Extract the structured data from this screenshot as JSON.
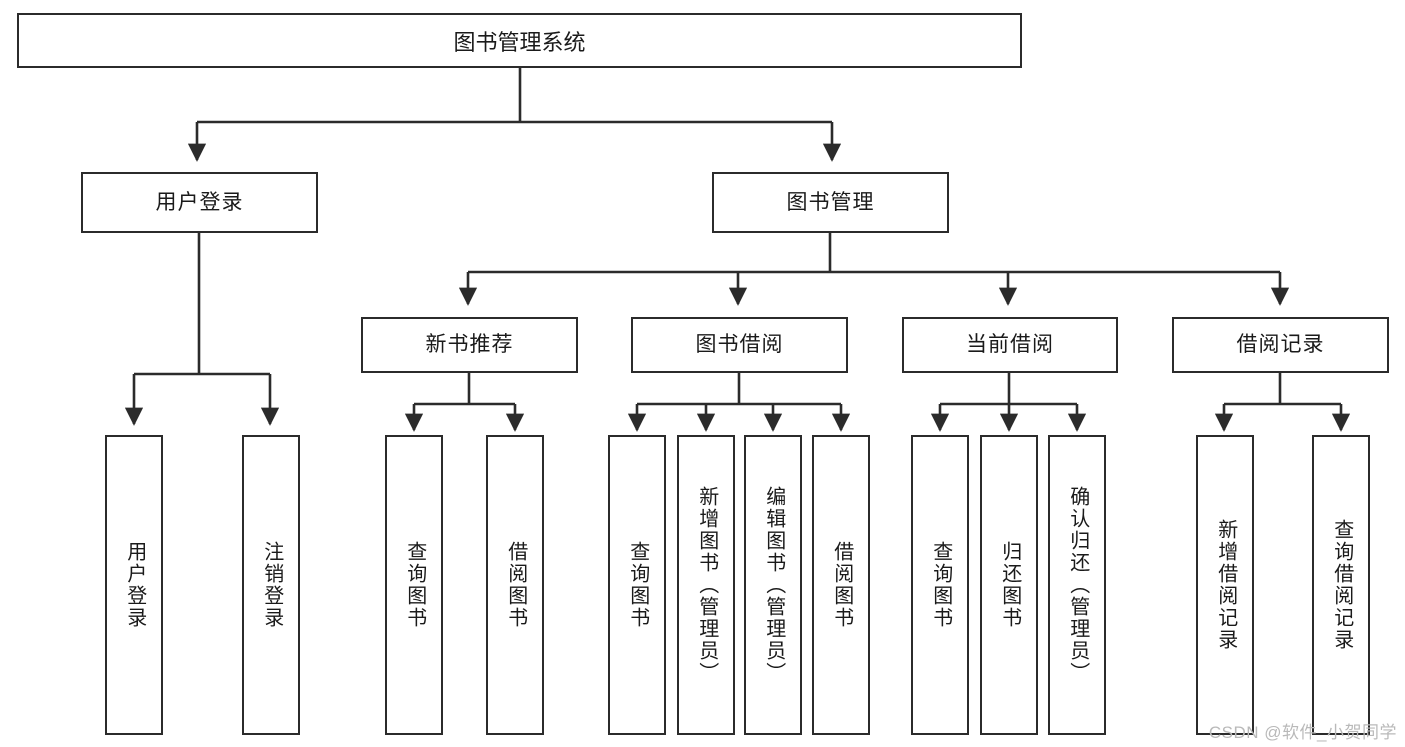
{
  "diagram": {
    "title": "图书管理系统",
    "watermark": "CSDN @软件_小贺同学",
    "colors": {
      "stroke": "#2b2b2b",
      "fill": "#ffffff",
      "text": "#1a1a1a",
      "watermark": "#b9b9b9"
    },
    "levels": {
      "root": {
        "label": "图书管理系统"
      },
      "level1": [
        {
          "label": "用户登录"
        },
        {
          "label": "图书管理"
        }
      ],
      "level2": [
        {
          "label": "新书推荐"
        },
        {
          "label": "图书借阅"
        },
        {
          "label": "当前借阅"
        },
        {
          "label": "借阅记录"
        }
      ],
      "leaves": {
        "user_login": [
          {
            "label": "用户登录"
          },
          {
            "label": "注销登录"
          }
        ],
        "new_book_recommend": [
          {
            "label": "查询图书"
          },
          {
            "label": "借阅图书"
          }
        ],
        "book_borrow": [
          {
            "label": "查询图书"
          },
          {
            "label": "新增图书（管理员）"
          },
          {
            "label": "编辑图书（管理员）"
          },
          {
            "label": "借阅图书"
          }
        ],
        "current_borrow": [
          {
            "label": "查询图书"
          },
          {
            "label": "归还图书"
          },
          {
            "label": "确认归还（管理员）"
          }
        ],
        "borrow_record": [
          {
            "label": "新增借阅记录"
          },
          {
            "label": "查询借阅记录"
          }
        ]
      }
    }
  }
}
